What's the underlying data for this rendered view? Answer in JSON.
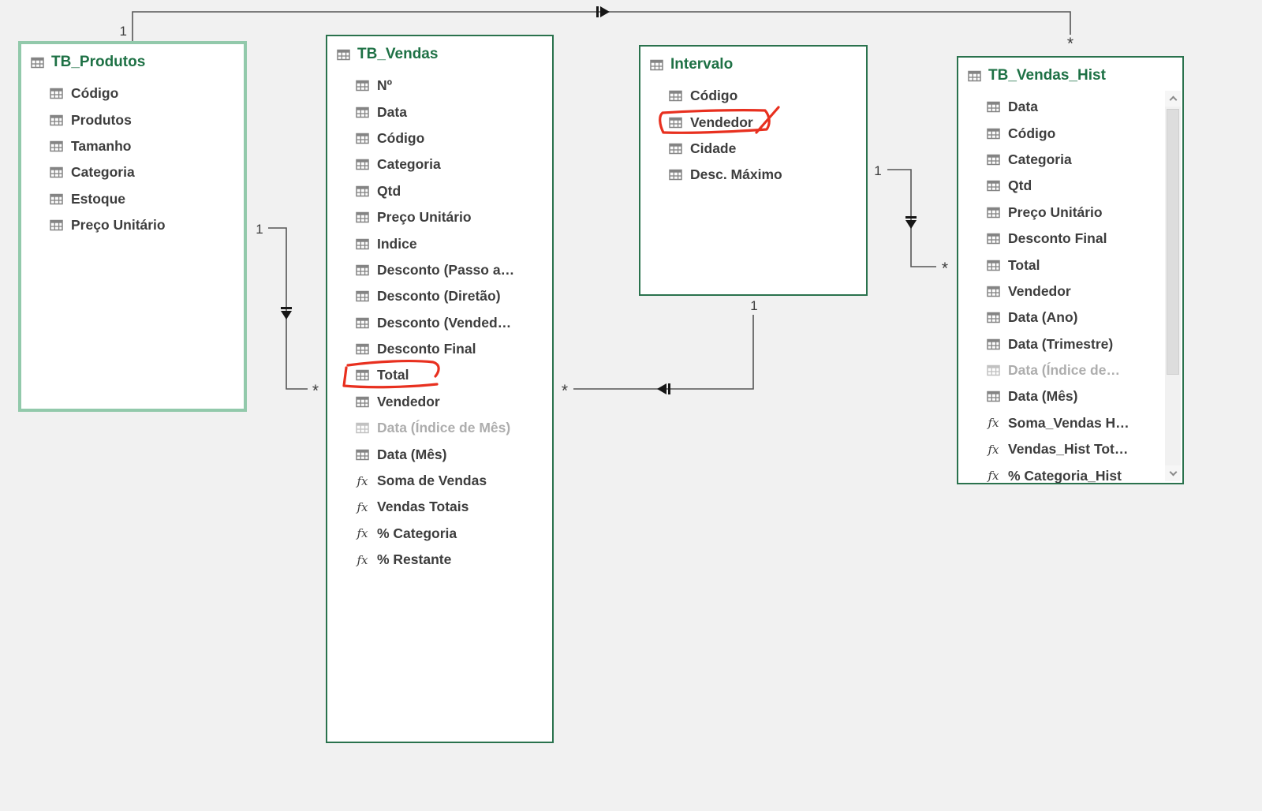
{
  "canvas": {
    "background": "#f1f1f1"
  },
  "colors": {
    "table_border": "#2a724d",
    "selected_table_border": "#92c9ab",
    "table_title": "#1e7145",
    "field_text": "#3d3d3d",
    "disabled_field_text": "#adadad",
    "relationship_line": "#565656",
    "annotation_red": "#e8301f"
  },
  "icons": {
    "table": "grid-icon",
    "column": "grid-icon",
    "measure": "fx-icon",
    "scroll_up": "chevron-up",
    "scroll_down": "chevron-down"
  },
  "tables": [
    {
      "title": "TB_Produtos",
      "selected": true,
      "fields": [
        {
          "label": "Código",
          "type": "column"
        },
        {
          "label": "Produtos",
          "type": "column"
        },
        {
          "label": "Tamanho",
          "type": "column"
        },
        {
          "label": "Categoria",
          "type": "column"
        },
        {
          "label": "Estoque",
          "type": "column"
        },
        {
          "label": "Preço Unitário",
          "type": "column"
        }
      ]
    },
    {
      "title": "TB_Vendas",
      "selected": false,
      "fields": [
        {
          "label": "Nº",
          "type": "column"
        },
        {
          "label": "Data",
          "type": "column"
        },
        {
          "label": "Código",
          "type": "column"
        },
        {
          "label": "Categoria",
          "type": "column"
        },
        {
          "label": "Qtd",
          "type": "column"
        },
        {
          "label": "Preço Unitário",
          "type": "column"
        },
        {
          "label": "Indice",
          "type": "column"
        },
        {
          "label": "Desconto  (Passo a…",
          "type": "column"
        },
        {
          "label": "Desconto  (Diretão)",
          "type": "column"
        },
        {
          "label": "Desconto  (Vended…",
          "type": "column"
        },
        {
          "label": "Desconto Final",
          "type": "column"
        },
        {
          "label": "Total",
          "type": "column",
          "annotated": true
        },
        {
          "label": "Vendedor",
          "type": "column"
        },
        {
          "label": "Data (Índice de Mês)",
          "type": "column",
          "disabled": true
        },
        {
          "label": "Data (Mês)",
          "type": "column"
        },
        {
          "label": "Soma de Vendas",
          "type": "measure"
        },
        {
          "label": "Vendas Totais",
          "type": "measure"
        },
        {
          "label": "% Categoria",
          "type": "measure"
        },
        {
          "label": "% Restante",
          "type": "measure"
        }
      ]
    },
    {
      "title": "Intervalo",
      "selected": false,
      "fields": [
        {
          "label": "Código",
          "type": "column"
        },
        {
          "label": "Vendedor",
          "type": "column",
          "annotated": true
        },
        {
          "label": "Cidade",
          "type": "column"
        },
        {
          "label": "Desc. Máximo",
          "type": "column"
        }
      ]
    },
    {
      "title": "TB_Vendas_Hist",
      "selected": false,
      "has_scrollbar": true,
      "fields": [
        {
          "label": "Data",
          "type": "column"
        },
        {
          "label": "Código",
          "type": "column"
        },
        {
          "label": "Categoria",
          "type": "column"
        },
        {
          "label": "Qtd",
          "type": "column"
        },
        {
          "label": "Preço Unitário",
          "type": "column"
        },
        {
          "label": "Desconto Final",
          "type": "column"
        },
        {
          "label": "Total",
          "type": "column"
        },
        {
          "label": "Vendedor",
          "type": "column"
        },
        {
          "label": "Data (Ano)",
          "type": "column"
        },
        {
          "label": "Data (Trimestre)",
          "type": "column"
        },
        {
          "label": "Data (Índice de…",
          "type": "column",
          "disabled": true
        },
        {
          "label": "Data (Mês)",
          "type": "column"
        },
        {
          "label": "Soma_Vendas H…",
          "type": "measure"
        },
        {
          "label": "Vendas_Hist Tot…",
          "type": "measure"
        },
        {
          "label": "% Categoria_Hist",
          "type": "measure",
          "clipped": true
        }
      ]
    }
  ],
  "relationships": [
    {
      "from": "TB_Produtos",
      "to": "TB_Vendas_Hist",
      "from_label": "1",
      "to_label": "*"
    },
    {
      "from": "TB_Produtos",
      "to": "TB_Vendas",
      "from_label": "1",
      "to_label": "*"
    },
    {
      "from": "Intervalo",
      "to": "TB_Vendas",
      "from_label": "1",
      "to_label": "*"
    },
    {
      "from": "Intervalo",
      "to": "TB_Vendas_Hist",
      "from_label": "1",
      "to_label": "*"
    }
  ],
  "annotations": [
    {
      "type": "hand-drawn-box",
      "target_table": "Intervalo",
      "target_field": "Vendedor",
      "color": "#e8301f"
    },
    {
      "type": "hand-drawn-circle-underline",
      "target_table": "TB_Vendas",
      "target_field": "Total",
      "color": "#e8301f"
    }
  ]
}
